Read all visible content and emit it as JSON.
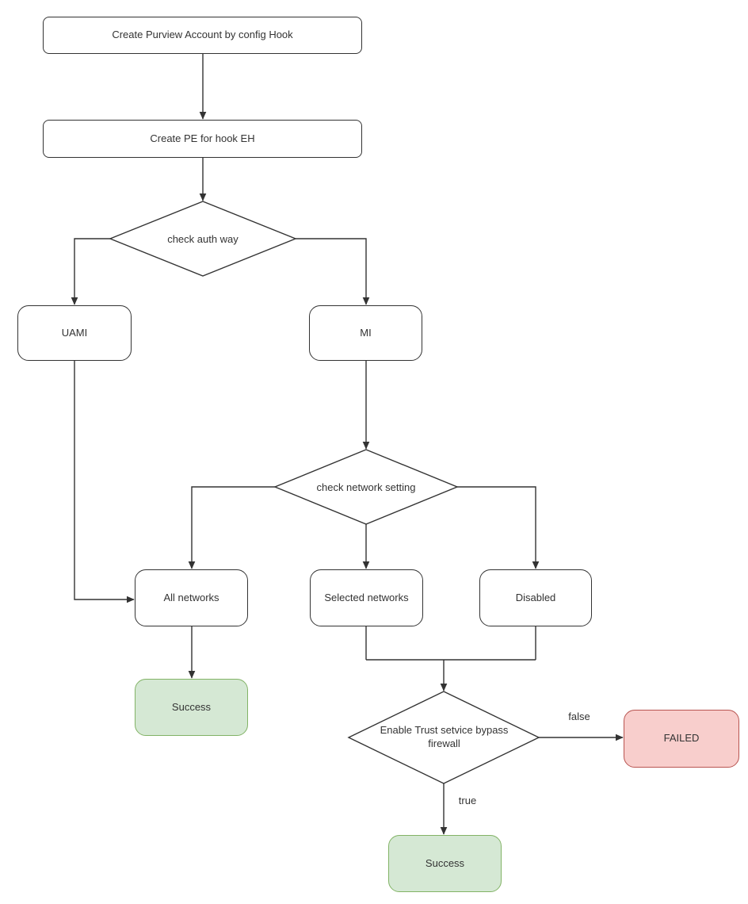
{
  "diagram": {
    "type": "flowchart",
    "background_color": "#ffffff",
    "line_color": "#333333",
    "colors": {
      "node_fill": "#ffffff",
      "node_border": "#333333",
      "success_fill": "#d5e8d4",
      "success_border": "#82b366",
      "failure_fill": "#f8cecc",
      "failure_border": "#b85450"
    },
    "nodes": {
      "create_purview": {
        "shape": "rectangle",
        "label": "Create Purview Account by config Hook"
      },
      "create_pe": {
        "shape": "rectangle",
        "label": "Create PE for hook EH"
      },
      "check_auth": {
        "shape": "decision",
        "label": "check auth way"
      },
      "uami": {
        "shape": "rounded",
        "label": "UAMI"
      },
      "mi": {
        "shape": "rounded",
        "label": "MI"
      },
      "check_network": {
        "shape": "decision",
        "label": "check network setting"
      },
      "all_networks": {
        "shape": "rounded",
        "label": "All networks"
      },
      "selected_networks": {
        "shape": "rounded",
        "label": "Selected networks"
      },
      "disabled": {
        "shape": "rounded",
        "label": "Disabled"
      },
      "success_all_networks": {
        "shape": "rounded",
        "status": "success",
        "label": "Success"
      },
      "enable_trust_service": {
        "shape": "decision",
        "label": "Enable Trust setvice bypass firewall"
      },
      "failed": {
        "shape": "rounded",
        "status": "failure",
        "label": "FAILED"
      },
      "success_trust": {
        "shape": "rounded",
        "status": "success",
        "label": "Success"
      }
    },
    "edge_labels": {
      "enable_trust_false": "false",
      "enable_trust_true": "true"
    },
    "edges": [
      {
        "from": "create_purview",
        "to": "create_pe"
      },
      {
        "from": "create_pe",
        "to": "check_auth"
      },
      {
        "from": "check_auth",
        "to": "uami"
      },
      {
        "from": "check_auth",
        "to": "mi"
      },
      {
        "from": "uami",
        "to": "all_networks"
      },
      {
        "from": "mi",
        "to": "check_network"
      },
      {
        "from": "check_network",
        "to": "all_networks"
      },
      {
        "from": "check_network",
        "to": "selected_networks"
      },
      {
        "from": "check_network",
        "to": "disabled"
      },
      {
        "from": "all_networks",
        "to": "success_all_networks"
      },
      {
        "from": "selected_networks",
        "to": "enable_trust_service"
      },
      {
        "from": "disabled",
        "to": "enable_trust_service"
      },
      {
        "from": "enable_trust_service",
        "to": "failed",
        "label": "false"
      },
      {
        "from": "enable_trust_service",
        "to": "success_trust",
        "label": "true"
      }
    ]
  }
}
